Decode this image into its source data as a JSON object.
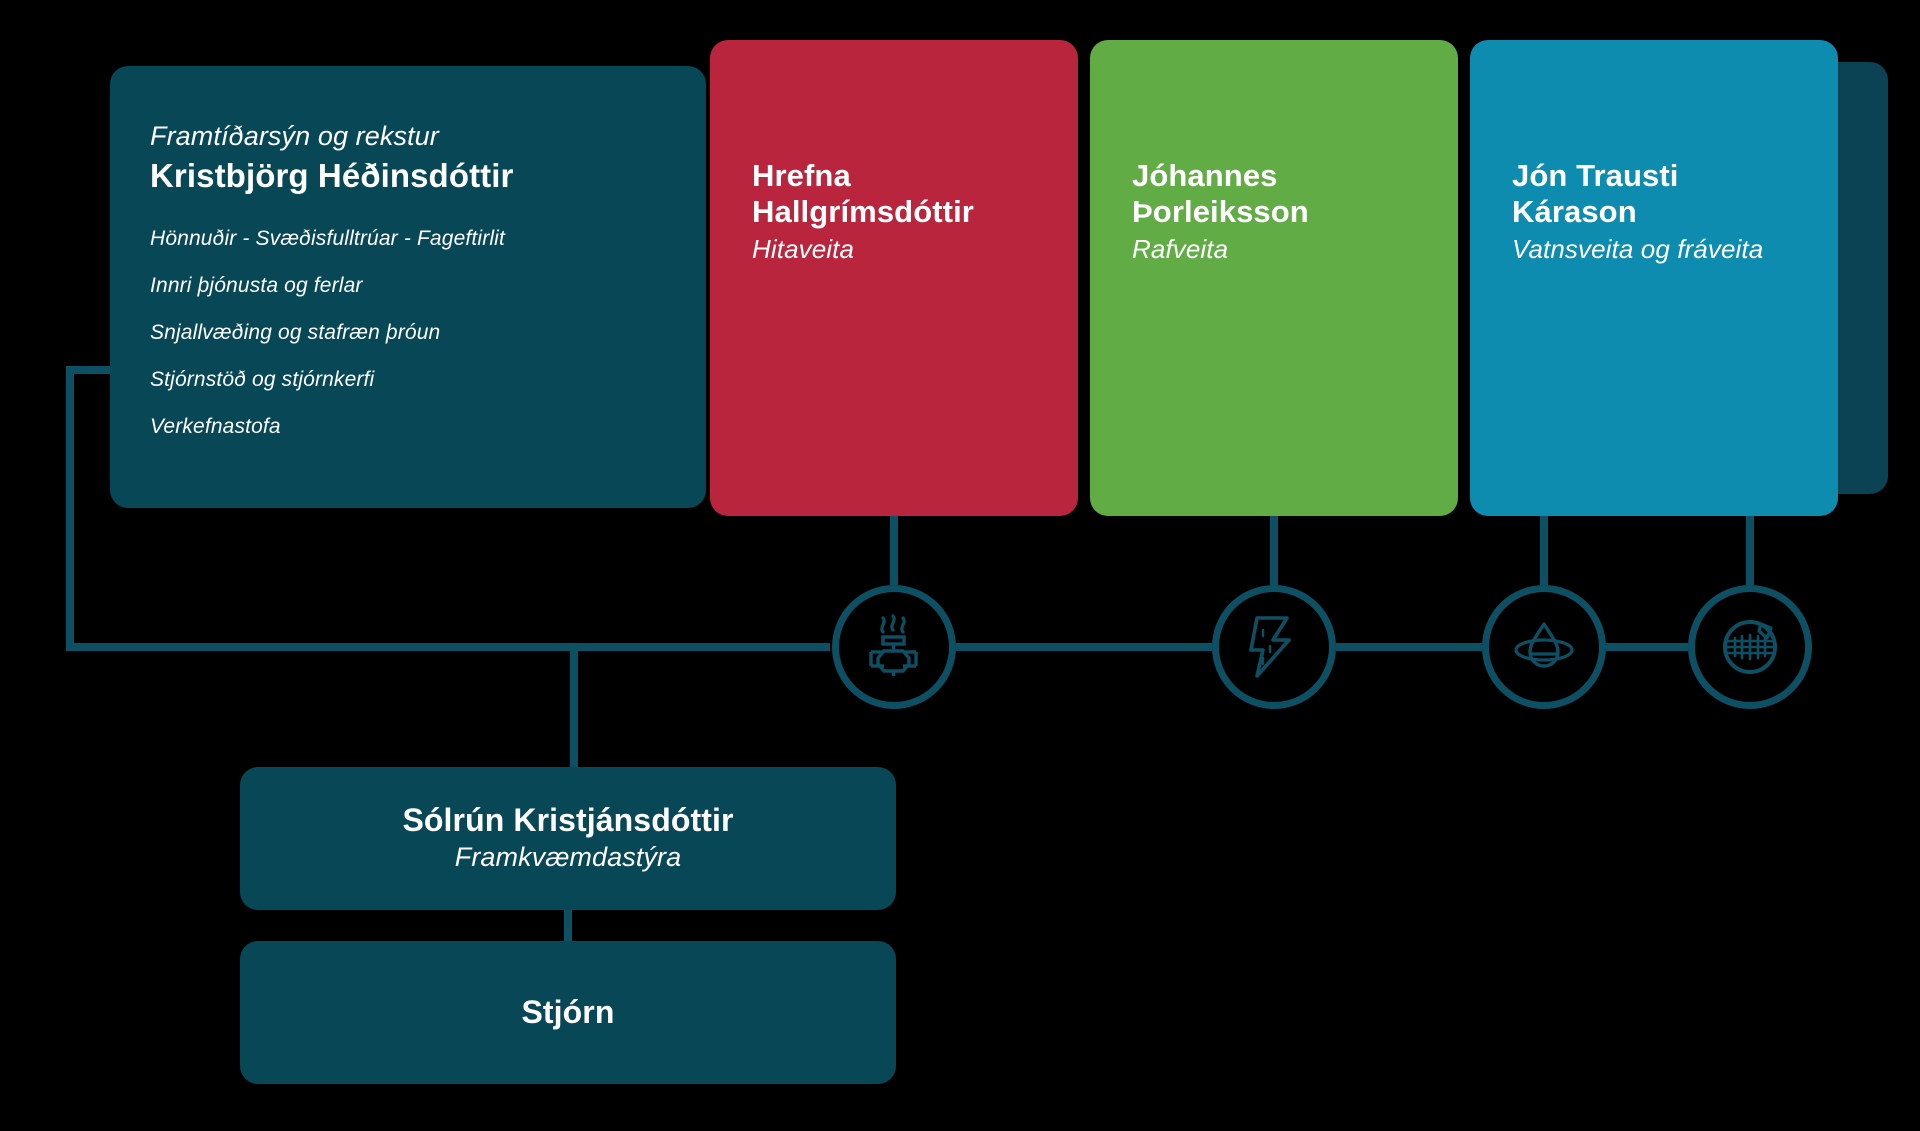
{
  "theme": {
    "background": "#000000",
    "dark_teal": "#074756",
    "ghost_teal": "#0b4254",
    "line_teal": "#0d4f63",
    "red": "#b8253c",
    "green": "#62ac46",
    "blue": "#0d8cb0",
    "text": "#ffffff"
  },
  "lead_card": {
    "role": "Framtíðarsýn og rekstur",
    "name": "Kristbjörg Héðinsdóttir",
    "items": [
      "Hönnuðir - Svæðisfulltrúar - Fageftirlit",
      "Innri þjónusta og ferlar",
      "Snjallvæðing og stafræn þróun",
      "Stjórnstöð og stjórnkerfi",
      "Verkefnastofa"
    ]
  },
  "divisions": [
    {
      "name": "Hrefna Hallgrímsdóttir",
      "unit": "Hitaveita",
      "color": "#b8253c",
      "icon": "hot-water-valve-icon"
    },
    {
      "name": "Jóhannes Þorleiksson",
      "unit": "Rafveita",
      "color": "#62ac46",
      "icon": "lightning-bolt-icon"
    },
    {
      "name": "Jón Trausti Kárason",
      "unit": "Vatnsveita og fráveita",
      "color": "#0d8cb0",
      "icon": "water-droplet-orbit-icon"
    }
  ],
  "extra_icon": {
    "icon": "drain-cover-icon"
  },
  "executive": {
    "name": "Sólrún Kristjánsdóttir",
    "role": "Framkvæmdastýra"
  },
  "board": {
    "name": "Stjórn"
  }
}
